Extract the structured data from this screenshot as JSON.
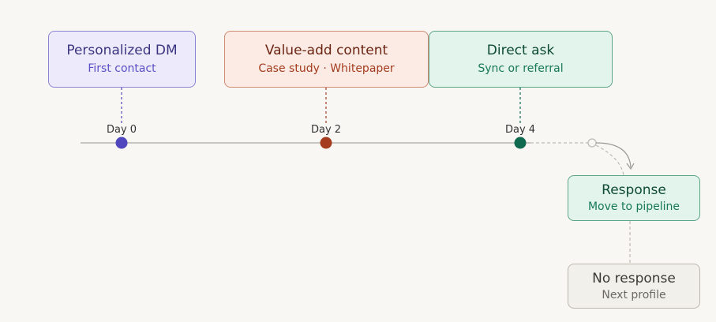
{
  "steps": [
    {
      "title": "Personalized DM",
      "subtitle": "First contact",
      "day": "Day 0"
    },
    {
      "title": "Value-add content",
      "subtitle": "Case study · Whitepaper",
      "day": "Day 2"
    },
    {
      "title": "Direct ask",
      "subtitle": "Sync or referral",
      "day": "Day 4"
    }
  ],
  "outcomes": {
    "response": {
      "title": "Response",
      "subtitle": "Move to pipeline"
    },
    "no_response": {
      "title": "No response",
      "subtitle": "Next profile"
    }
  },
  "colors": {
    "day0": "#5046be",
    "day2": "#a43c1f",
    "day4": "#0f6a4f",
    "timeline": "#c7c5bf"
  }
}
